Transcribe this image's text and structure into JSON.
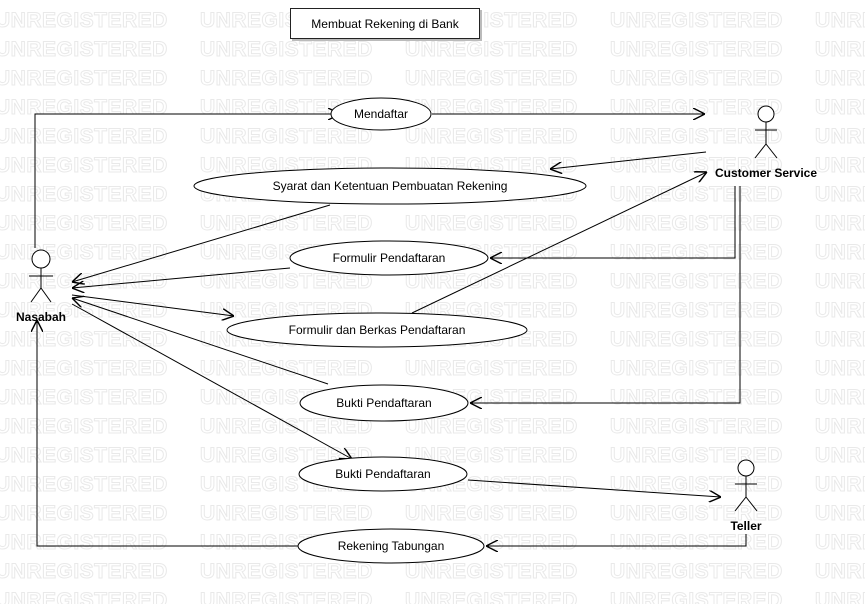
{
  "title": "Membuat Rekening di Bank",
  "watermark": "UNREGISTERED",
  "actors": {
    "nasabah": "Nasabah",
    "customer_service": "Customer Service",
    "teller": "Teller"
  },
  "use_cases": {
    "mendaftar": "Mendaftar",
    "syarat": "Syarat dan Ketentuan Pembuatan Rekening",
    "formulir": "Formulir Pendaftaran",
    "formulir_berkas": "Formulir dan Berkas Pendaftaran",
    "bukti_cs": "Bukti Pendaftaran",
    "bukti_teller": "Bukti Pendaftaran",
    "rekening": "Rekening Tabungan"
  }
}
